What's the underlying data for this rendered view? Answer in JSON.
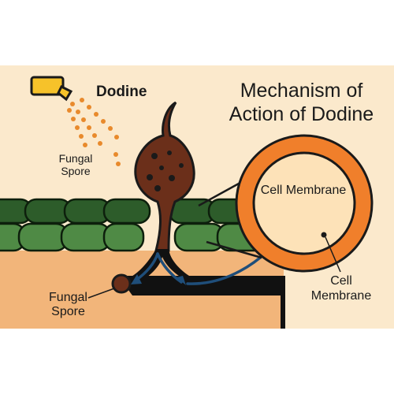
{
  "title": "Mechanism of Action of Dodine",
  "labels": {
    "dodine": "Dodine",
    "fungal_spore_top": "Fungal Spore",
    "fungal_spore_bottom": "Fungal Spore",
    "cell_membrane_inner": "Cell Membrane",
    "cell_membrane_outer": "Cell Membrane"
  },
  "colors": {
    "background": "#fbe9cc",
    "spray_bottle": "#f6c22a",
    "spray_dots": "#e88a2c",
    "leaf_dark": "#2d5c2a",
    "leaf_light": "#4f8a45",
    "tissue": "#f2b57a",
    "spore": "#6b2f1a",
    "ring_outer": "#f07f2b",
    "ring_inner": "#fde2b8",
    "arrow": "#1f4e7a"
  }
}
